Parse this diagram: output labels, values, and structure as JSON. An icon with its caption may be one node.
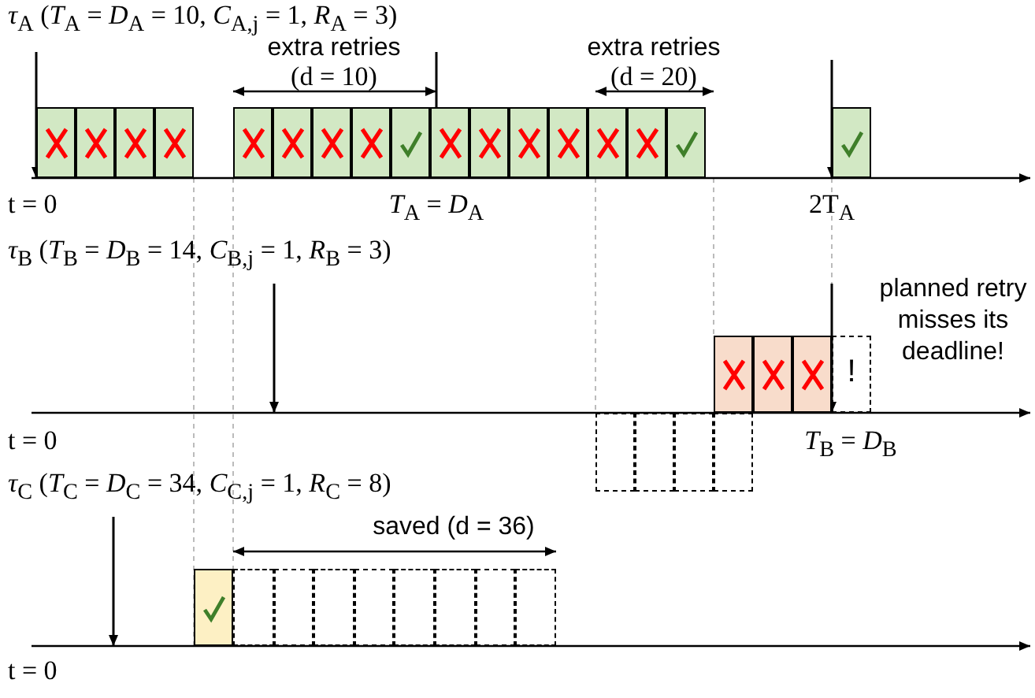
{
  "diagram": {
    "labels": [
      "*τ*$_{A}$ (*T*$_{A}$ = *D*$_{A}$ = 10, *C*$_{A,j}$ = 1, *R*$_{A}$ = 3)",
      "extra retries",
      "(d = 10)",
      "extra retries",
      "(d = 20)",
      "t = 0",
      "*T*$_{A}$ = *D*$_{A}$",
      "2T$_{A}$",
      "*τ*$_{B}$ (*T*$_{B}$ = *D*$_{B}$ = 14, *C*$_{B,j}$ = 1, *R*$_{B}$ = 3)",
      "planned retry misses its deadline!",
      "!",
      "t = 0",
      "*T*$_{B}$ = *D*$_{B}$",
      "*τ*$_{C}$ (*T*$_{C}$ = *D*$_{C}$ = 34, *C*$_{C,j}$ = 1, *R*$_{C}$ = 8)",
      "saved (d = 36)",
      "t = 0"
    ]
  }
}
